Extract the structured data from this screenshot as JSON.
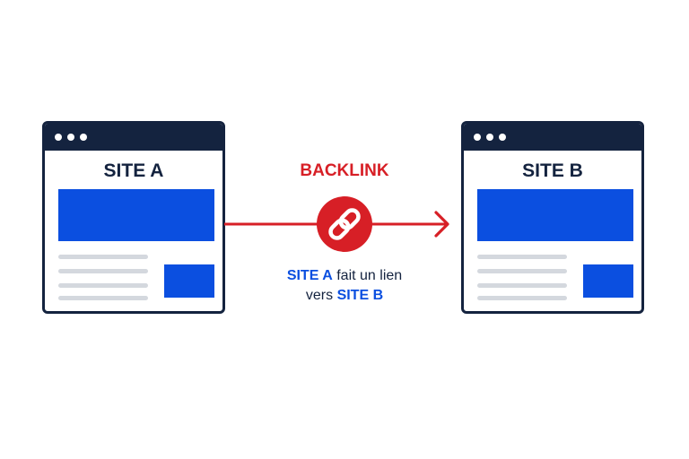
{
  "site_a": {
    "title": "SITE A"
  },
  "site_b": {
    "title": "SITE B"
  },
  "center": {
    "label": "BACKLINK",
    "icon": "chain-link-icon",
    "caption_line1_highlight": "SITE A",
    "caption_line1_rest": "fait un lien",
    "caption_line2_rest": "vers",
    "caption_line2_highlight": "SITE B"
  },
  "colors": {
    "navy": "#14233f",
    "blue": "#0b4fe0",
    "red": "#d71f26",
    "gray_line": "#d4d8de"
  }
}
